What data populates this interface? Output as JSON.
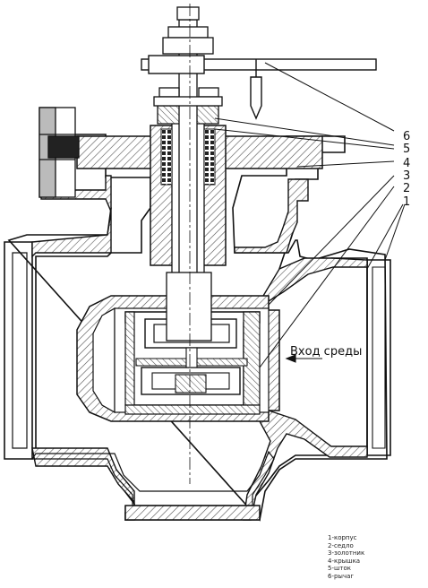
{
  "callouts": [
    "6",
    "5",
    "4",
    "3",
    "2",
    "1"
  ],
  "flow_label": "Вход среды",
  "legend": [
    "1-корпус",
    "2-седло",
    "3-золотник",
    "4-крышка",
    "5-шток",
    "6-рычаг"
  ],
  "colors": {
    "ink": "#111111",
    "hatch": "#555555",
    "background": "#ffffff"
  }
}
